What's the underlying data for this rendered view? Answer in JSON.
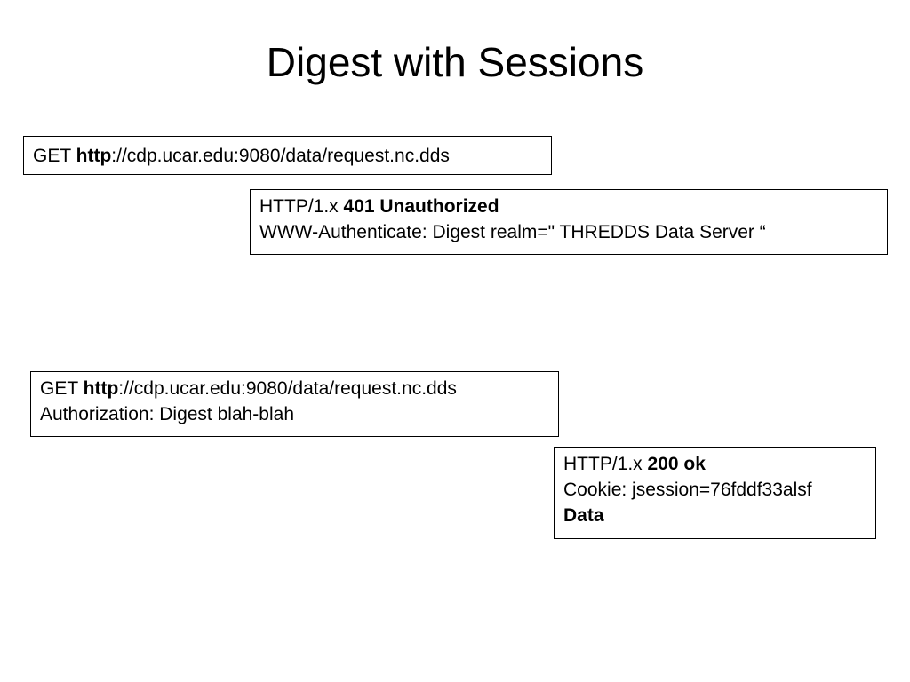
{
  "title": "Digest with Sessions",
  "messages": [
    {
      "lines": [
        {
          "plain": "GET ",
          "bold": "http",
          "rest": "://cdp.ucar.edu:9080/data/request.nc.dds"
        }
      ]
    },
    {
      "lines": [
        {
          "plain": "HTTP/1.x ",
          "bold": "401 Unauthorized",
          "rest": ""
        },
        {
          "plain": "WWW-Authenticate: Digest realm=\" THREDDS Data Server “",
          "bold": "",
          "rest": ""
        }
      ]
    },
    {
      "lines": [
        {
          "plain": "GET ",
          "bold": "http",
          "rest": "://cdp.ucar.edu:9080/data/request.nc.dds"
        },
        {
          "plain": "Authorization: Digest blah-blah",
          "bold": "",
          "rest": ""
        }
      ]
    },
    {
      "lines": [
        {
          "plain": "HTTP/1.x ",
          "bold": "200 ok",
          "rest": ""
        },
        {
          "plain": "Cookie: jsession=76fddf33alsf",
          "bold": "",
          "rest": ""
        },
        {
          "plain": "",
          "bold": "Data",
          "rest": ""
        }
      ]
    }
  ]
}
